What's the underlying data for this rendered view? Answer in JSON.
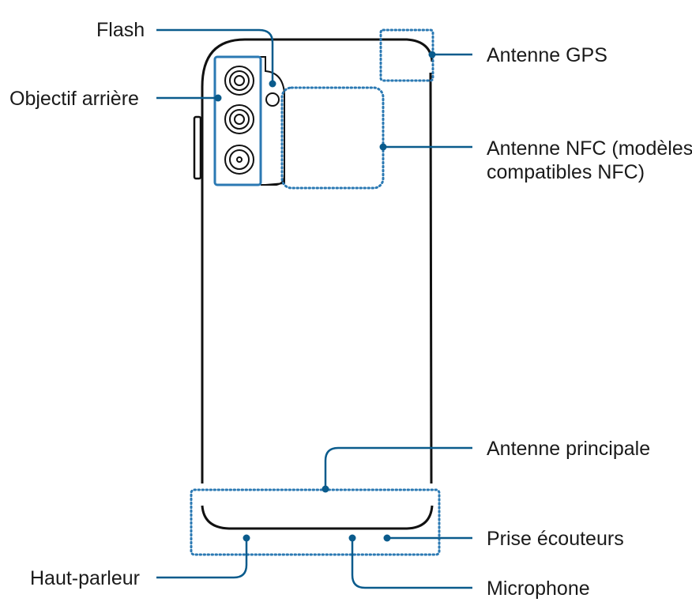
{
  "labels": {
    "flash": "Flash",
    "rear_lens": "Objectif arrière",
    "gps_antenna": "Antenne GPS",
    "nfc_antenna_line1": "Antenne NFC (modèles",
    "nfc_antenna_line2": "compatibles NFC)",
    "main_antenna": "Antenne principale",
    "earphone_jack": "Prise écouteurs",
    "speaker": "Haut-parleur",
    "microphone": "Microphone"
  },
  "colors": {
    "callout": "#0a5b8c",
    "zone_outline": "#2b79b3",
    "device_outline": "#111111"
  }
}
